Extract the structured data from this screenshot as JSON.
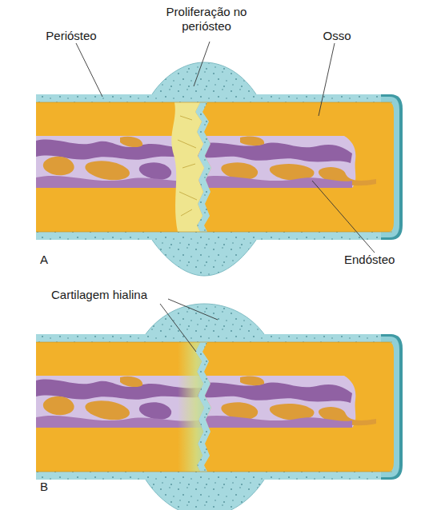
{
  "diagram": {
    "labels": [
      "Periósteo",
      "Proliferação no periósteo",
      "Osso",
      "Endósteo",
      "A",
      "Cartilagem hialina",
      "B"
    ]
  }
}
